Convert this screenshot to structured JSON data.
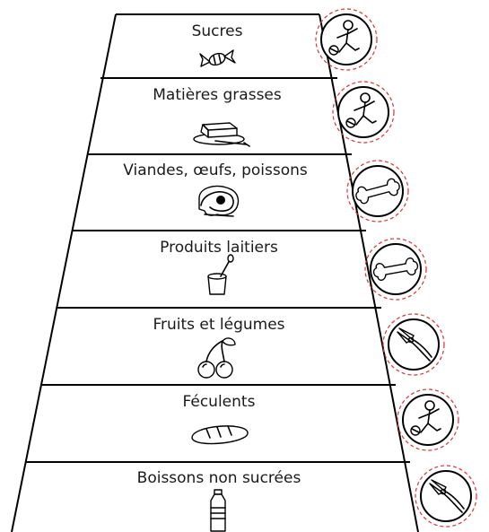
{
  "pyramid": {
    "tiers": [
      {
        "label": "Sucres",
        "food_icon": "candy-icon",
        "badge_icon": "child-playing-ball-icon"
      },
      {
        "label": "Matières grasses",
        "food_icon": "butter-icon",
        "badge_icon": "child-playing-ball-icon"
      },
      {
        "label": "Viandes, œufs, poissons",
        "food_icon": "meat-steak-icon",
        "badge_icon": "bone-icon"
      },
      {
        "label": "Produits laitiers",
        "food_icon": "yogurt-icon",
        "badge_icon": "bone-icon"
      },
      {
        "label": "Fruits et légumes",
        "food_icon": "cherries-icon",
        "badge_icon": "pliers-icon"
      },
      {
        "label": "Féculents",
        "food_icon": "bread-icon",
        "badge_icon": "child-playing-ball-icon"
      },
      {
        "label": "Boissons non sucrées",
        "food_icon": "water-bottle-icon",
        "badge_icon": "pliers-icon"
      }
    ],
    "colors": {
      "line": "#000000",
      "badge_dash": "#e03030"
    }
  }
}
